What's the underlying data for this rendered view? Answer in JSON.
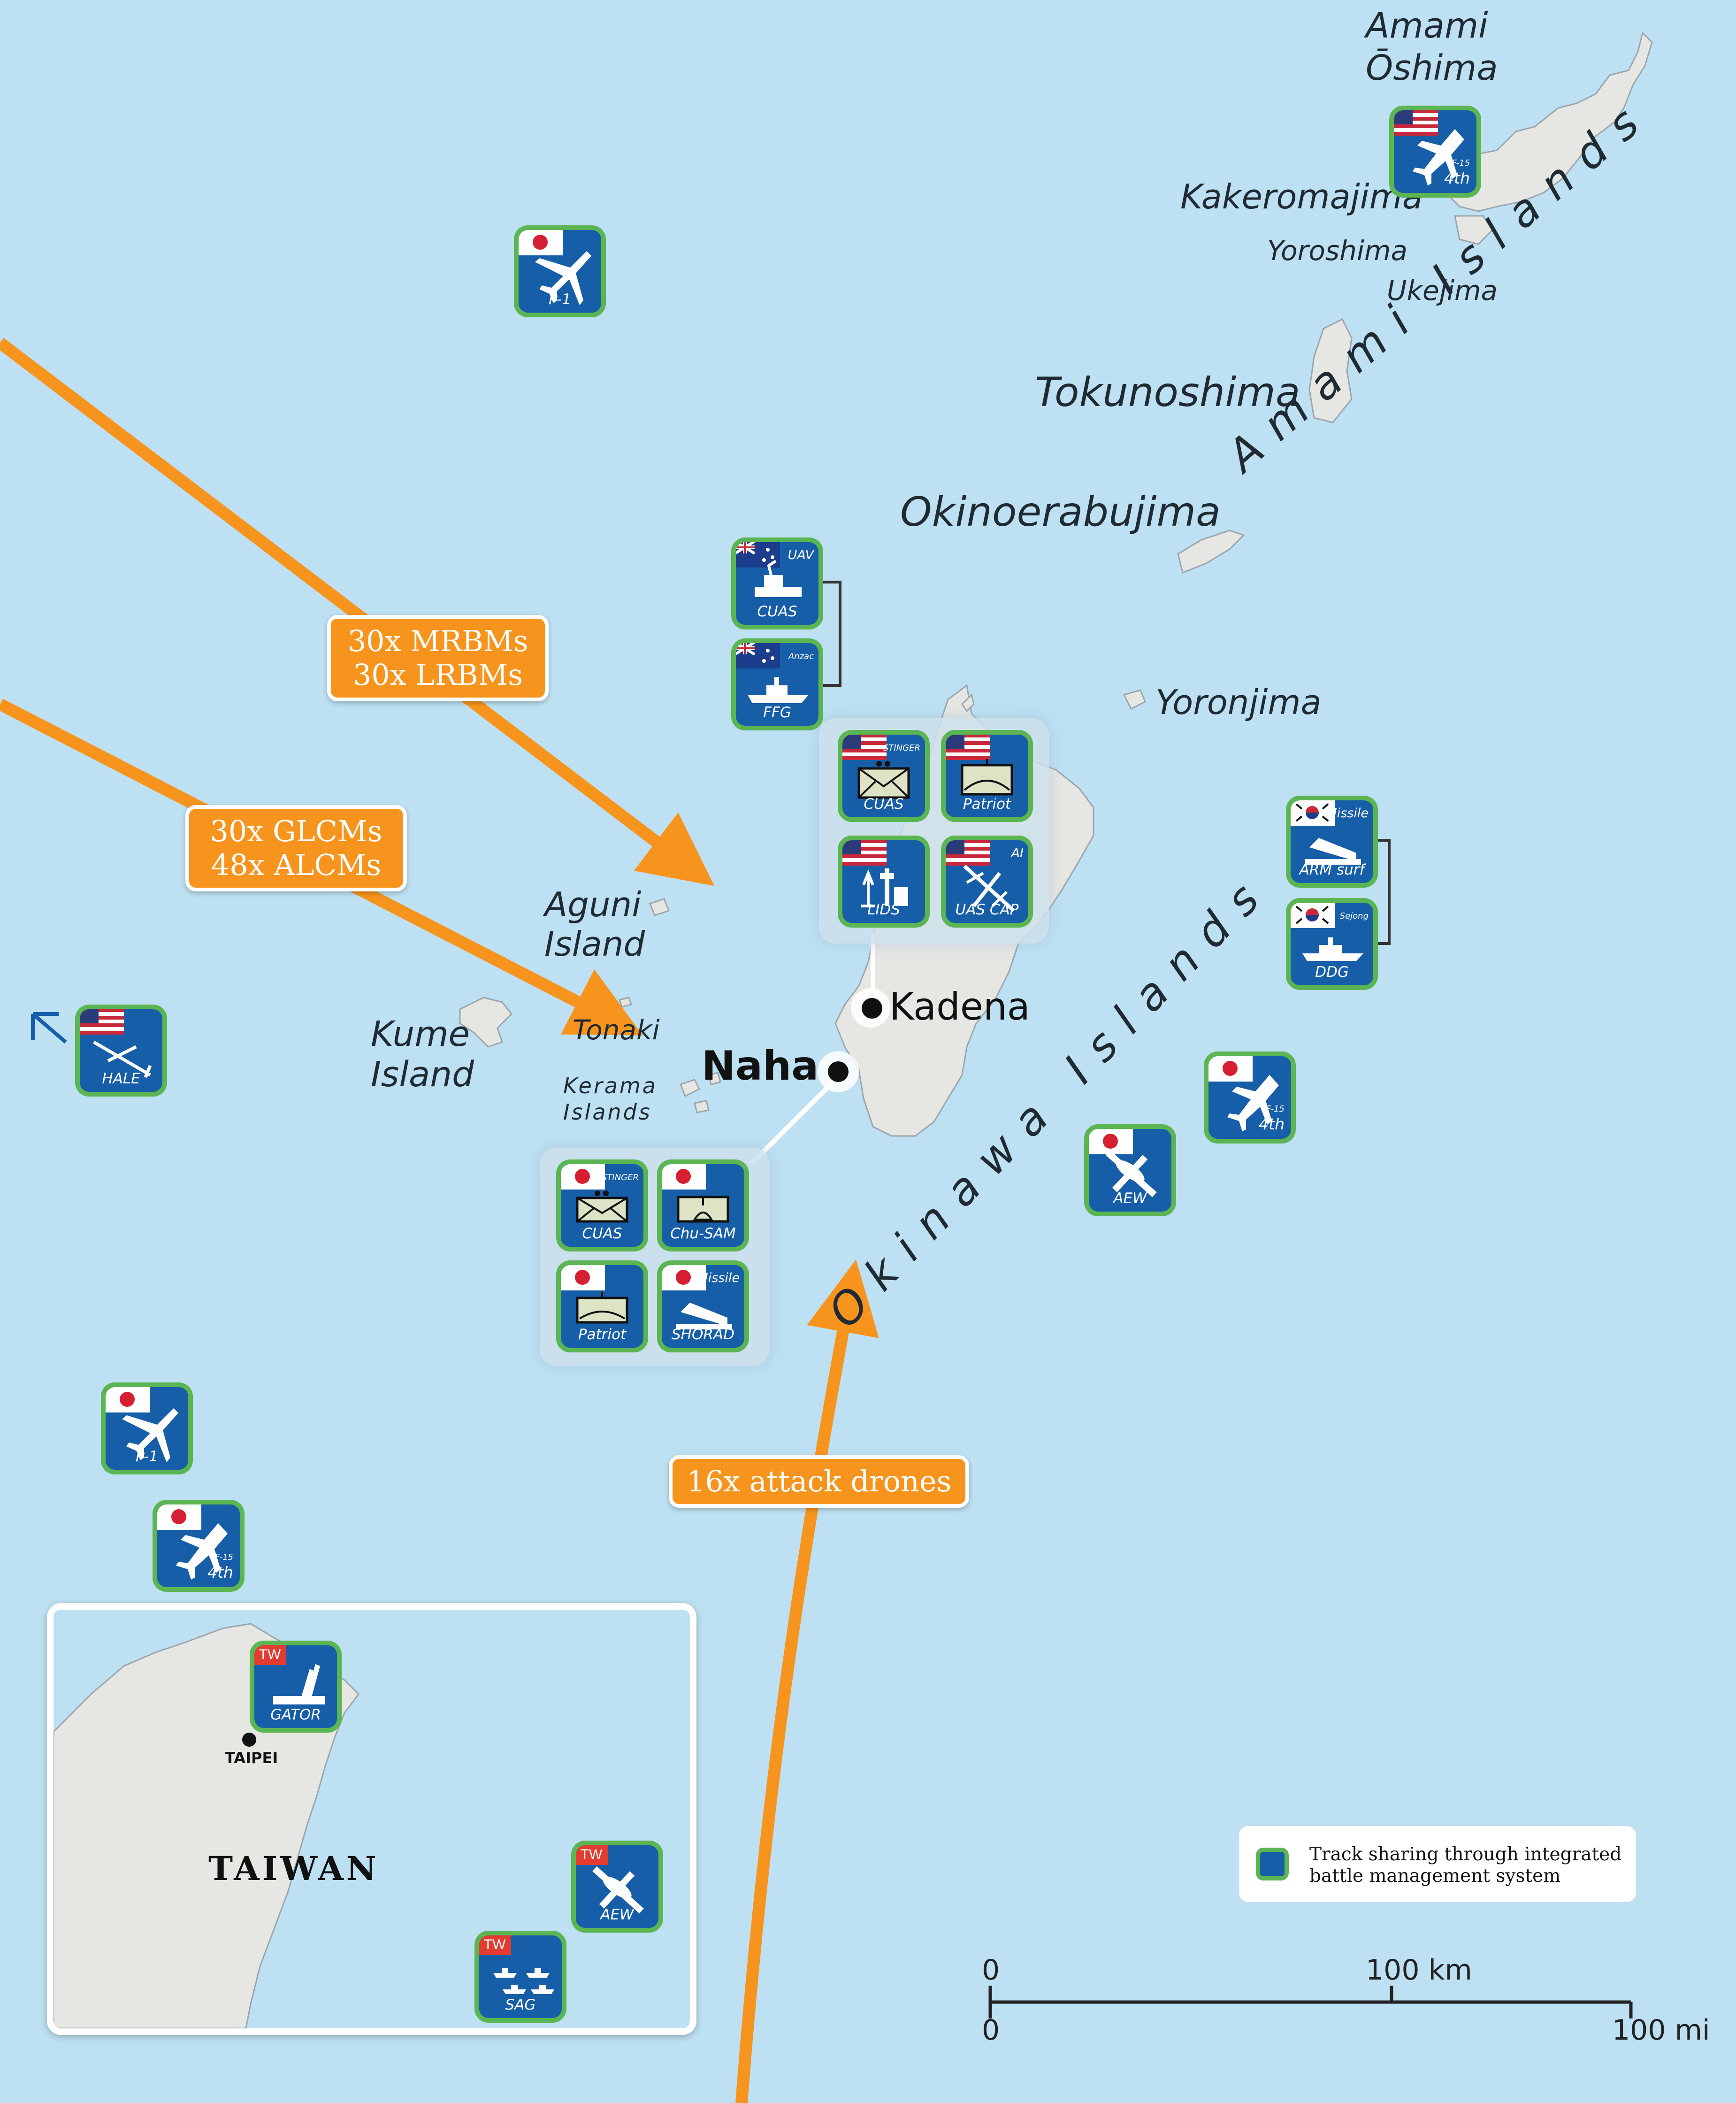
{
  "places": {
    "amami_oshima": "Amami Ōshima",
    "kakeromajima": "Kakeromajima",
    "yoroshima": "Yoroshima",
    "ukejima": "Ukejima",
    "tokunoshima": "Tokunoshima",
    "okinoerabujima": "Okinoerabujima",
    "yoronjima": "Yoronjima",
    "aguni": "Aguni Island",
    "kume": "Kume Island",
    "tonaki": "Tonaki",
    "kerama": "Kerama Islands",
    "amami_islands": "Amami Islands",
    "okinawa_islands": "Okinawa Islands"
  },
  "cities": {
    "kadena": "Kadena",
    "naha": "Naha",
    "taipei": "TAIPEI",
    "taiwan": "TAIWAN"
  },
  "threats": {
    "ballistic": [
      "30x MRBMs",
      "30x LRBMs"
    ],
    "cruise": [
      "30x GLCMs",
      "48x ALCMs"
    ],
    "drones": "16x attack drones"
  },
  "units": {
    "us_f15_amami": {
      "label": "4th",
      "side": "F-15",
      "flag": "US"
    },
    "jp_p1_north": {
      "label": "P-1",
      "flag": "JP"
    },
    "au_uav": {
      "label": "CUAS",
      "tag": "UAV",
      "flag": "AU"
    },
    "au_ffg": {
      "label": "FFG",
      "tag": "Anzac",
      "flag": "AU"
    },
    "us_cuas": {
      "label": "CUAS",
      "tag": "STINGER",
      "flag": "US"
    },
    "us_patriot": {
      "label": "Patriot",
      "flag": "US"
    },
    "us_lids": {
      "label": "LIDS",
      "flag": "US"
    },
    "us_uascap": {
      "label": "UAS CAP",
      "tag": "AI",
      "flag": "US"
    },
    "kr_armsurf": {
      "label": "ARM surf",
      "tag": "Missile",
      "flag": "KR"
    },
    "kr_ddg": {
      "label": "DDG",
      "tag": "Sejong",
      "flag": "KR"
    },
    "us_hale": {
      "label": "HALE",
      "flag": "US"
    },
    "jp_f15_east": {
      "label": "4th",
      "side": "F-15",
      "flag": "JP"
    },
    "jp_aew": {
      "label": "AEW",
      "flag": "JP"
    },
    "jp_cuas": {
      "label": "CUAS",
      "tag": "STINGER",
      "flag": "JP"
    },
    "jp_chusam": {
      "label": "Chu-SAM",
      "flag": "JP"
    },
    "jp_patriot": {
      "label": "Patriot",
      "flag": "JP"
    },
    "jp_shorad": {
      "label": "SHORAD",
      "tag": "Missile",
      "flag": "JP"
    },
    "jp_p1_south": {
      "label": "P-1",
      "flag": "JP"
    },
    "jp_f15_south": {
      "label": "4th",
      "side": "F-15",
      "flag": "JP"
    },
    "tw_gator": {
      "label": "GATOR",
      "flag": "TW"
    },
    "tw_aew": {
      "label": "AEW",
      "flag": "TW"
    },
    "tw_sag": {
      "label": "SAG",
      "flag": "TW"
    }
  },
  "legend": {
    "text_line1": "Track sharing through integrated",
    "text_line2": "battle management system"
  },
  "scale": {
    "zero_km": "0",
    "km": "100 km",
    "zero_mi": "0",
    "mi": "100 mi"
  },
  "colors": {
    "sea": "#bde0f2",
    "land": "#e6e6e3",
    "unit_fill": "#175ea8",
    "unit_border": "#5ab552",
    "threat": "#f7941d",
    "tw_flag": "#e33b30"
  },
  "icons": {
    "fighter": "fighter-jet-icon",
    "patrol": "patrol-aircraft-icon",
    "aew": "aew-aircraft-icon",
    "drone": "uav-drone-icon",
    "ship": "warship-icon",
    "launcher": "missile-launcher-icon",
    "radar": "radar-icon",
    "cuas": "counter-uas-icon"
  }
}
